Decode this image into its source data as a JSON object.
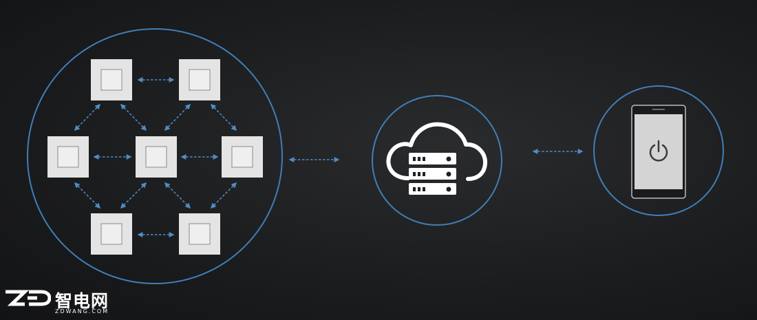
{
  "logo": {
    "name_cn": "智电网",
    "url": "ZDWANG.COM",
    "mark": "ZD"
  },
  "colors": {
    "background": "#1c1d1f",
    "accent": "#3f7fba",
    "switch": "#e4e4e4",
    "icon": "#ffffff"
  },
  "icons": {
    "cloud": "cloud-server-icon",
    "phone": "smartphone-power-icon"
  }
}
